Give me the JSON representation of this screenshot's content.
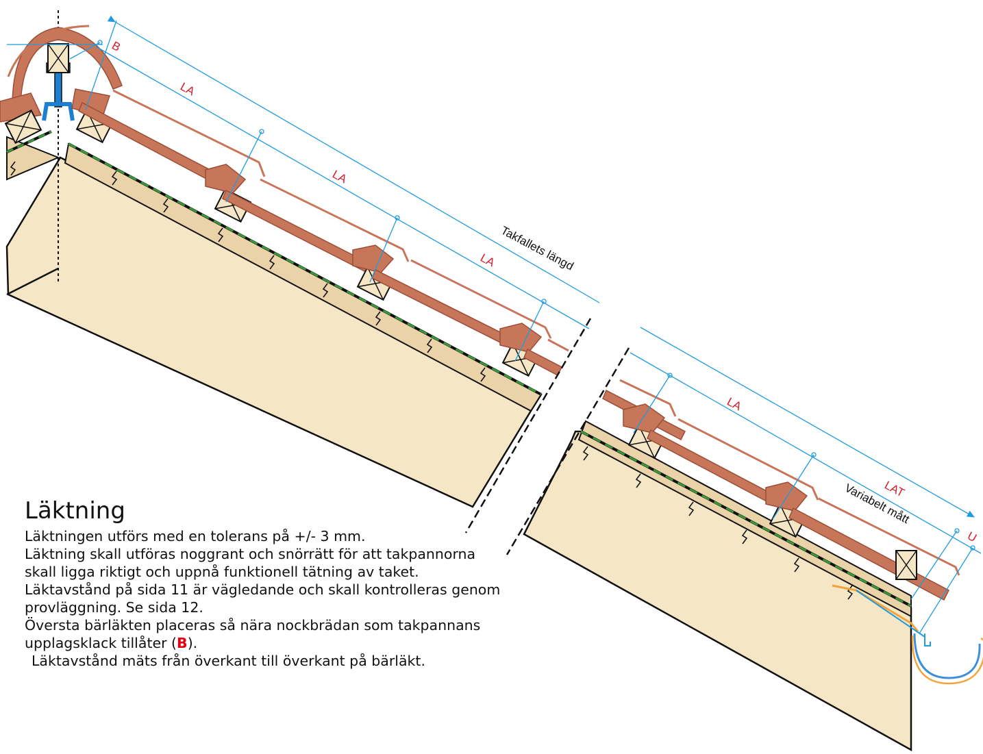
{
  "labels": {
    "b": "B",
    "la": "LA",
    "lat": "LAT",
    "u": "U",
    "roof_length": "Takfallets längd",
    "variable": "Variabelt mått"
  },
  "colors": {
    "tile": "#c8765a",
    "tile_outline": "#9b4d37",
    "board": "#f5e6c6",
    "board_joint": "#ead2a9",
    "membrane_green": "#3a9a3c",
    "dimension_blue": "#1f9be0",
    "label_red": "#d81e2c",
    "ridge_blue": "#1c7fd0",
    "gutter_blue": "#3f8fd8",
    "gutter_orange": "#f2a43a"
  },
  "text": {
    "title": "Läktning",
    "p1": "Läktningen utförs med en tolerans på +/- 3 mm.",
    "p2": "Läktning skall utföras noggrant och snörrätt för att takpannorna skall ligga riktigt och uppnå funktionell tätning av taket.",
    "p3": "Läktavstånd på sida 11 är vägledande och skall kontrolleras genom provläggning. Se sida 12.",
    "p4_before": "Översta bärläkten placeras så nära nockbrädan som takpannans upplagsklack tillåter (",
    "p4_bold": "B",
    "p4_after": ").",
    "p5": "Läktavstånd mäts från överkant till överkant på bärläkt."
  }
}
